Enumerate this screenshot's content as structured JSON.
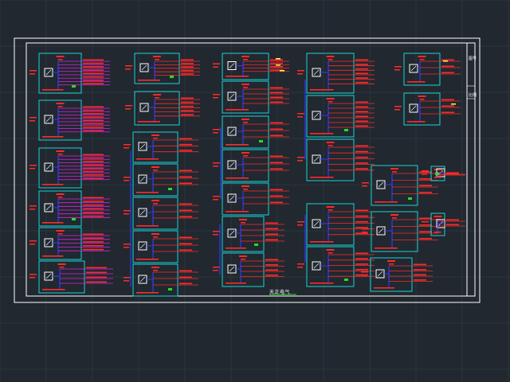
{
  "drawing": {
    "title": "天正电气",
    "stamp_top": "图号",
    "stamp_mid": "比例"
  },
  "colors": {
    "background": "#212830",
    "grid": "#2c343d",
    "frame": "#ffffff",
    "box": "#19d3d3",
    "text": "#ff2a2a",
    "bus": "#2a3cff",
    "feeder": "#e020e0",
    "accent": "#22e022",
    "highlight": "#ffff44"
  }
}
